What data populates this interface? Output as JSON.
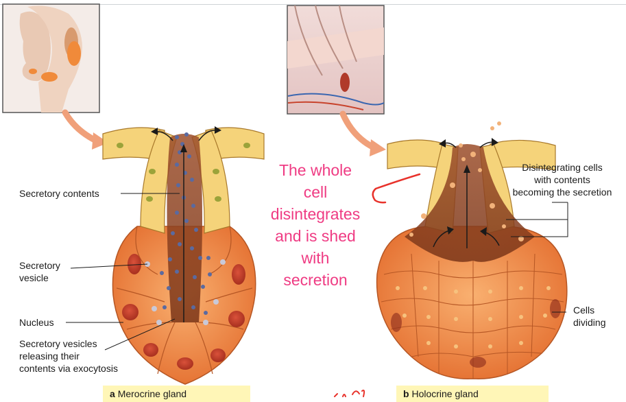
{
  "labels": {
    "secretory_contents": "Secretory contents",
    "secretory_vesicle_1": "Secretory",
    "secretory_vesicle_2": "vesicle",
    "nucleus": "Nucleus",
    "releasing_1": "Secretory vesicles",
    "releasing_2": "releasing their",
    "releasing_3": "contents via exocytosis",
    "disintegrating_1": "Disintegrating cells",
    "disintegrating_2": "with contents",
    "disintegrating_3": "becoming the secretion",
    "cells_dividing_1": "Cells",
    "cells_dividing_2": "dividing"
  },
  "annotation": {
    "lines": [
      "The whole",
      "cell",
      "disintegrates",
      "and is shed",
      "with",
      "secretion"
    ],
    "color": "#ef3b83"
  },
  "captions": {
    "a_letter": "a",
    "a_text": "Merocrine gland",
    "b_letter": "b",
    "b_text": "Holocrine gland"
  },
  "colors": {
    "gland_orange": "#f0894a",
    "duct_yellow": "#f5d37a",
    "nucleus_red": "#c8432c",
    "vesicle_blue": "#5a6aa0",
    "highlight_yellow": "#fff6b7"
  }
}
